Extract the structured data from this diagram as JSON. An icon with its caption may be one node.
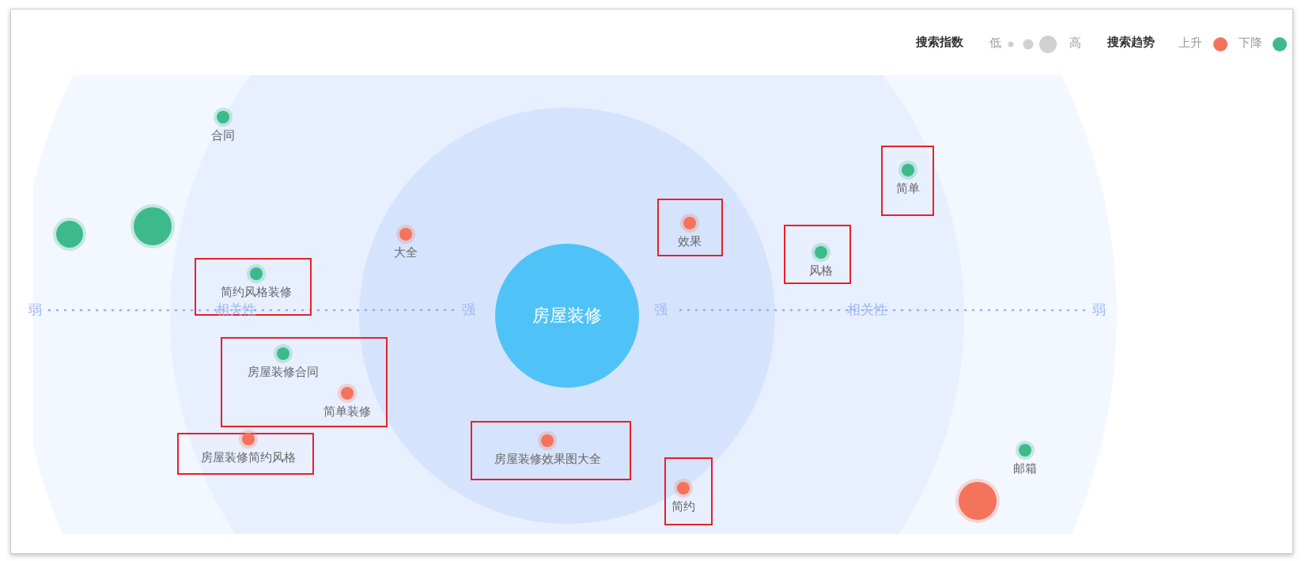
{
  "diagram": {
    "nodes": [
      {
        "text": [
          "合同"
        ]
      },
      {
        "text": [],
        "shape": "circle"
      },
      {
        "text": [],
        "shape": "circle"
      },
      {
        "text": [],
        "shape": "box"
      },
      {
        "text": [
          "简约风格装修"
        ],
        "in": 3
      },
      {
        "text": [
          "大全"
        ]
      },
      {
        "text": [],
        "shape": "box"
      },
      {
        "text": [
          "房屋装修合同"
        ],
        "in": 6
      },
      {
        "text": [
          "简单装修"
        ],
        "in": 6
      },
      {
        "text": [],
        "shape": "box"
      },
      {
        "text": [
          "房屋装修简约风格"
        ],
        "in": 9
      },
      {
        "text": [
          "房屋装修"
        ]
      },
      {
        "text": [],
        "shape": "box"
      },
      {
        "text": [
          "房屋装修效果图大全"
        ],
        "in": 12
      },
      {
        "text": [],
        "shape": "box"
      },
      {
        "text": [
          "效果"
        ],
        "in": 14
      },
      {
        "text": [],
        "shape": "box"
      },
      {
        "text": [
          "简单"
        ],
        "in": 16
      },
      {
        "text": [],
        "shape": "box"
      },
      {
        "text": [
          "风格"
        ],
        "in": 18
      },
      {
        "text": [],
        "shape": "box"
      },
      {
        "text": [
          "简约"
        ],
        "in": 20
      },
      {
        "text": [
          "邮箱"
        ]
      },
      {
        "text": [],
        "shape": "circle"
      }
    ],
    "edges": [],
    "labels": [
      "搜索指数",
      "搜索趋势",
      "弱",
      "相关性",
      "强",
      "强",
      "相关性",
      "弱"
    ],
    "legend": [
      {
        "text": "低"
      },
      {
        "text": "高"
      },
      {
        "text": "上升",
        "color": "#f4735c"
      },
      {
        "text": "下降",
        "color": "#3dba8b"
      }
    ]
  }
}
